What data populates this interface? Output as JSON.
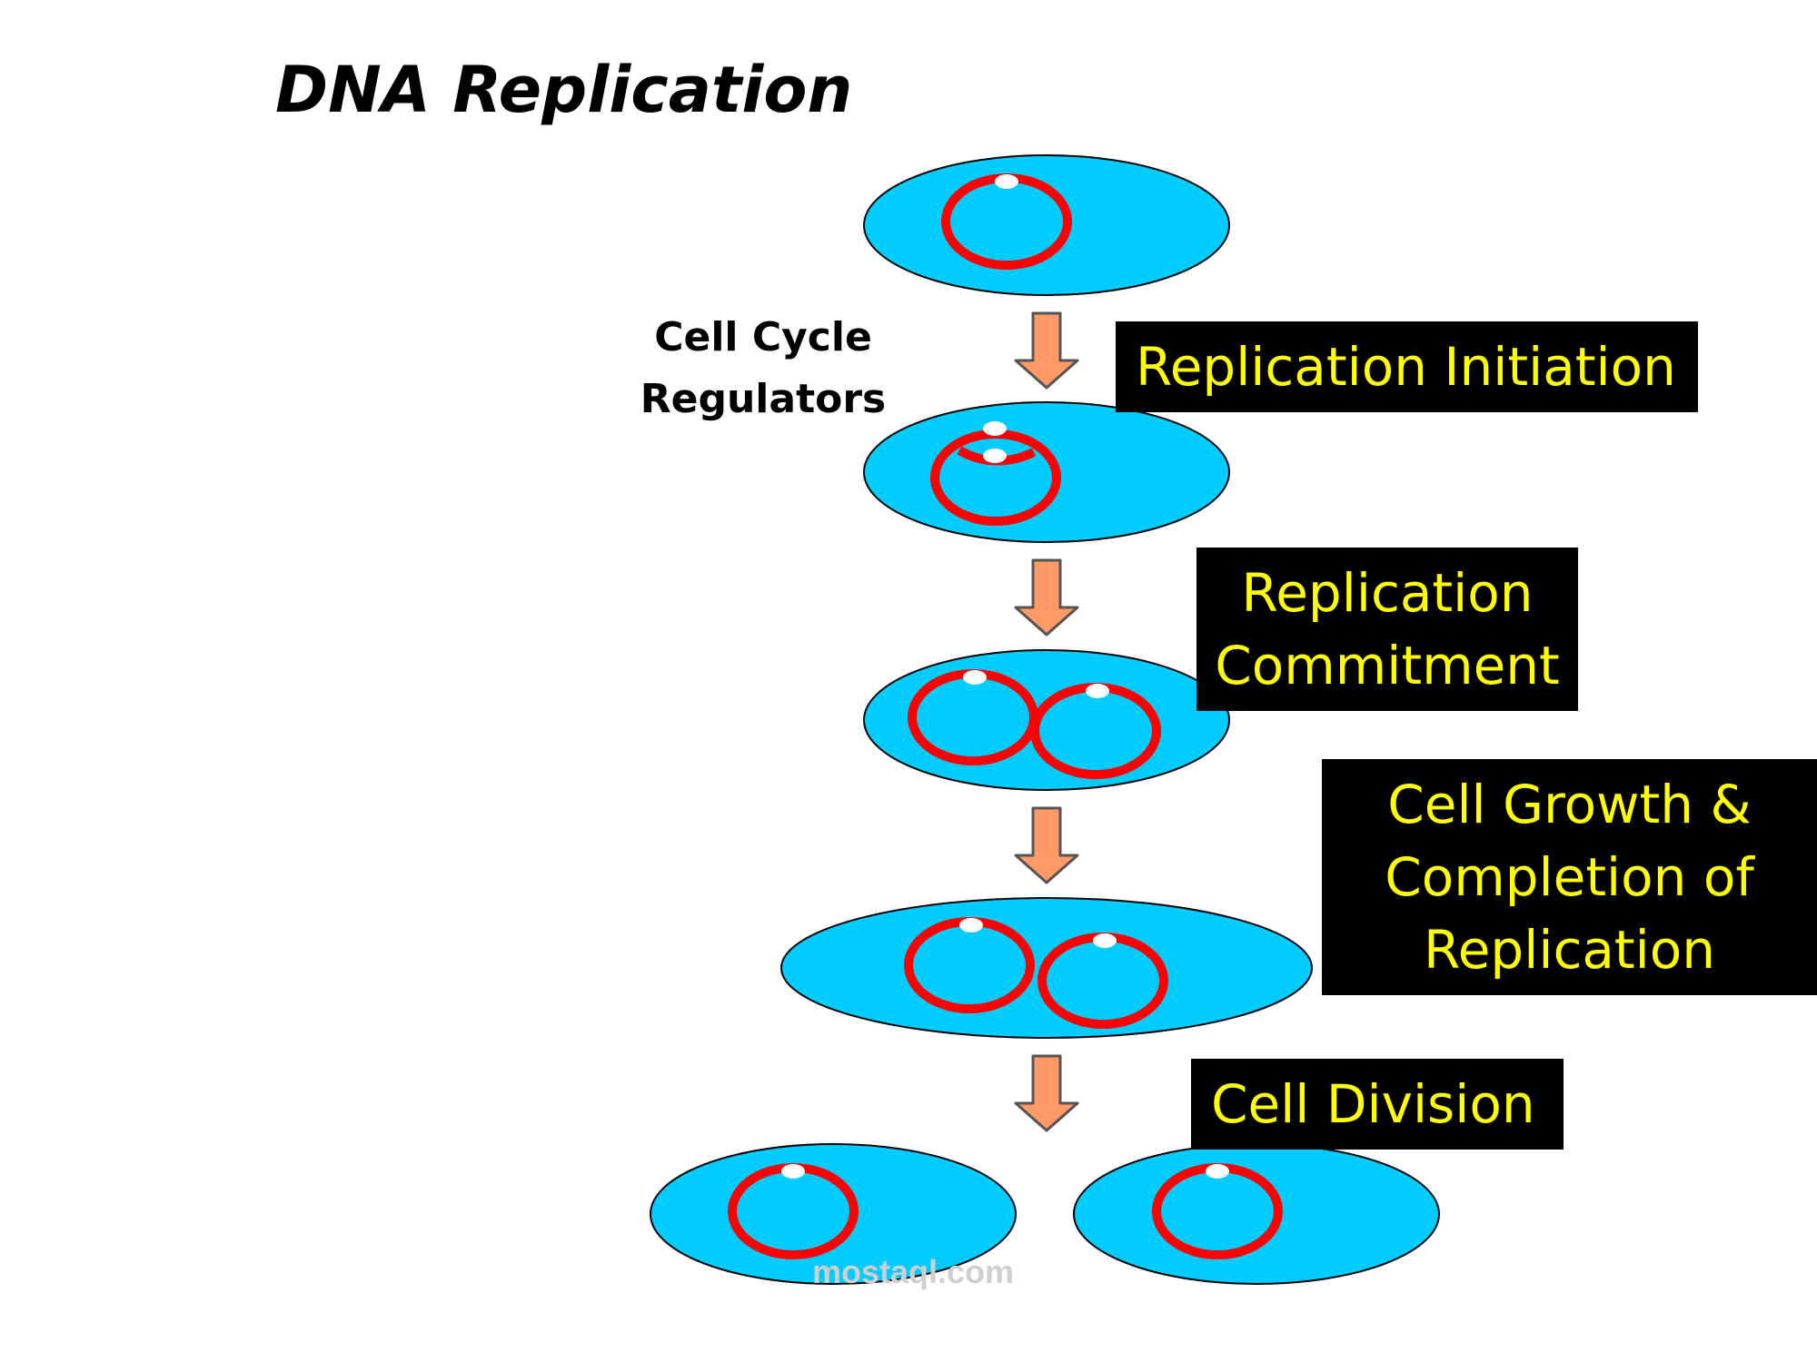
{
  "title": "DNA Replication",
  "regulators": {
    "line1": "Cell Cycle",
    "line2": "Regulators"
  },
  "stages": {
    "initiation": {
      "line1": "Replication Initiation"
    },
    "commitment": {
      "line1": "Replication",
      "line2": "Commitment"
    },
    "growth": {
      "line1": "Cell Growth &",
      "line2": "Completion of",
      "line3": "Replication"
    },
    "division": {
      "line1": "Cell Division"
    }
  },
  "watermark": "mostaql.com",
  "colors": {
    "cell_fill": "#00ccff",
    "dna_ring": "#ff0000",
    "origin": "#ffffff",
    "arrow_fill": "#ff9966",
    "label_bg": "#000000",
    "label_text": "#ffff00"
  }
}
